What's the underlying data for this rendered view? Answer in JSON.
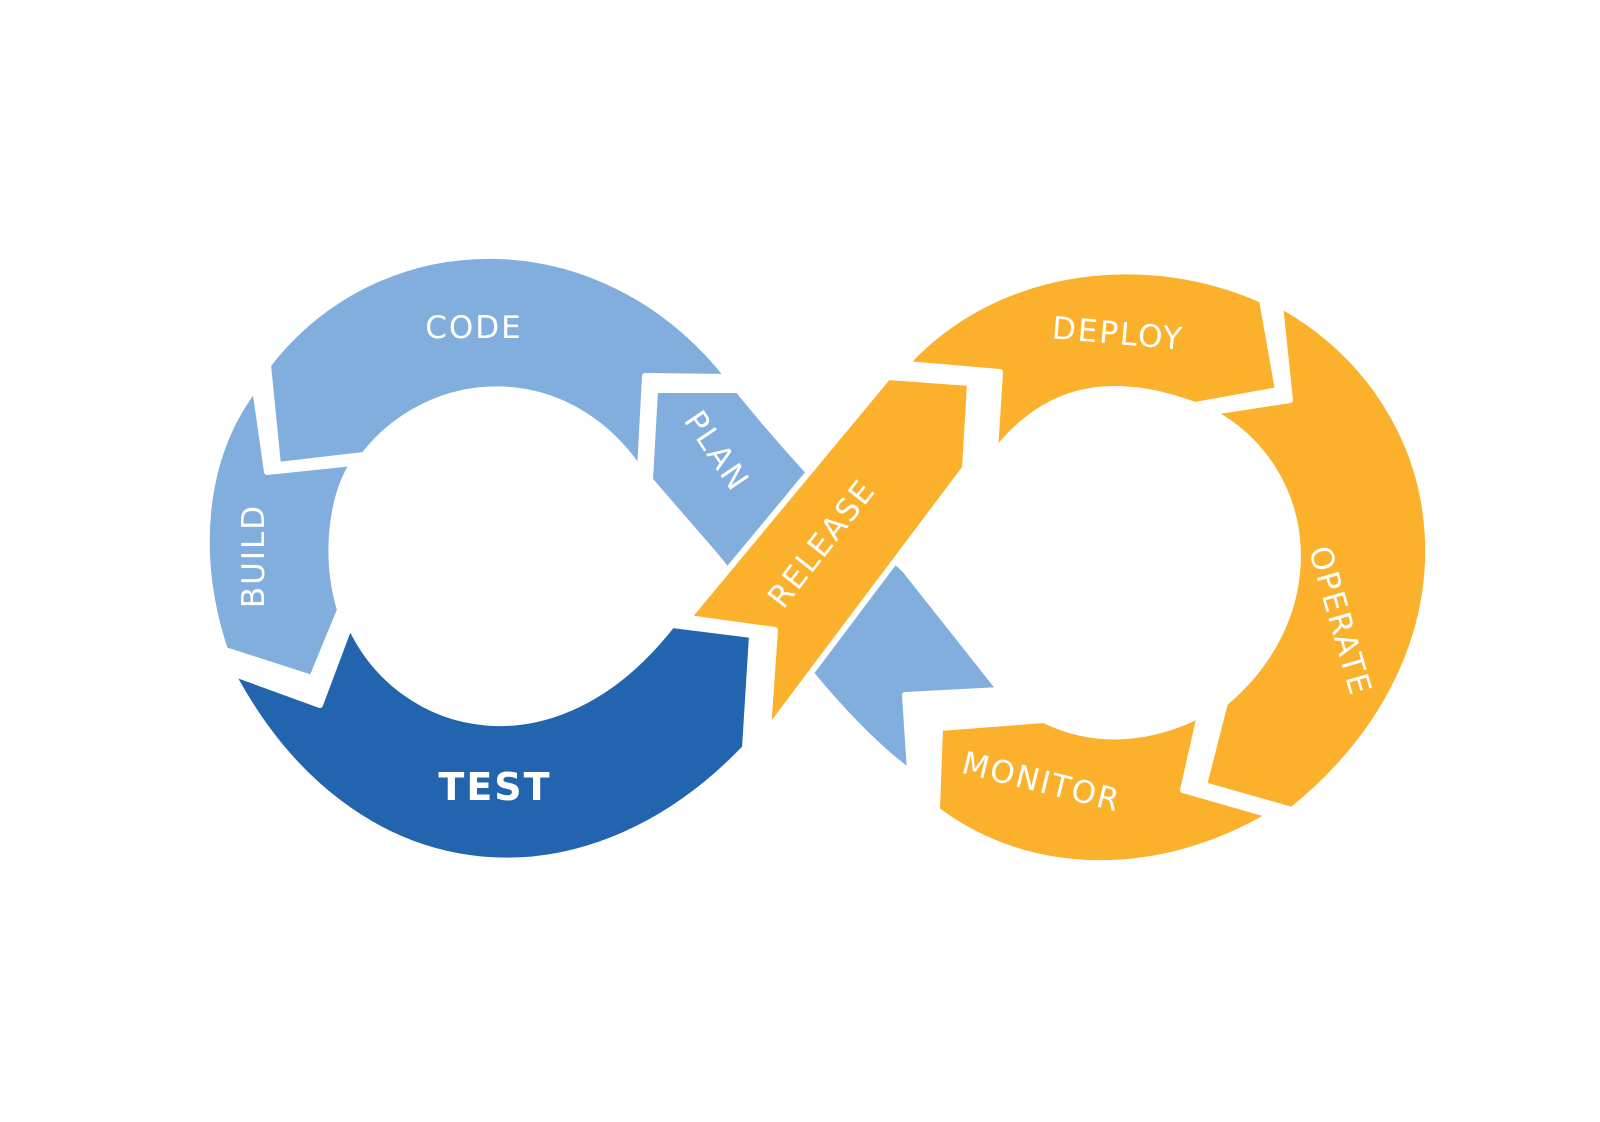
{
  "diagram": {
    "colors": {
      "light_blue": "#82AEDE",
      "dark_blue": "#2364AF",
      "orange": "#FBB12C",
      "gap": "#FFFFFF",
      "label": "#FFFFFF"
    },
    "stages": {
      "code": "CODE",
      "build": "BUILD",
      "test": "TEST",
      "plan": "PLAN",
      "release": "RELEASE",
      "deploy": "DEPLOY",
      "operate": "OPERATE",
      "monitor": "MONITOR"
    }
  }
}
